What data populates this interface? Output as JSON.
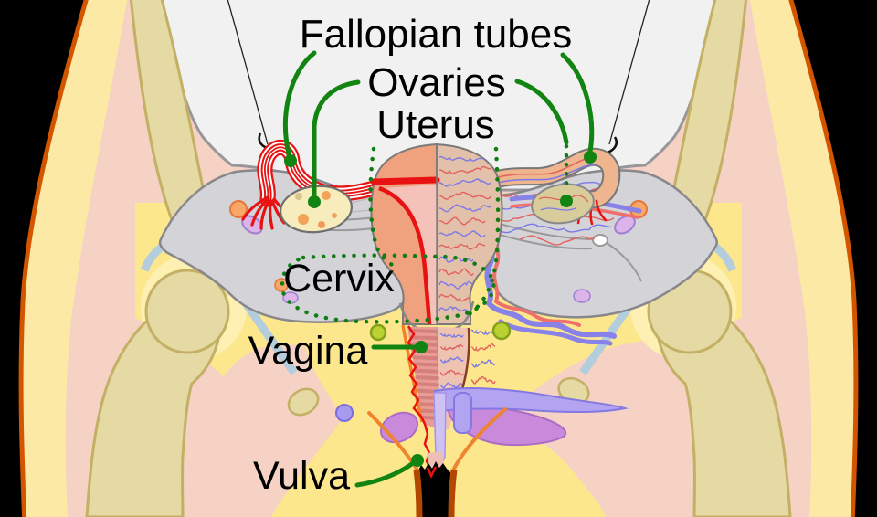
{
  "figure": {
    "type": "anatomical-diagram",
    "subject": "Female reproductive system, frontal cutaway view"
  },
  "labels": {
    "fallopian_tubes": "Fallopian tubes",
    "ovaries": "Ovaries",
    "uterus": "Uterus",
    "cervix": "Cervix",
    "vagina": "Vagina",
    "vulva": "Vulva"
  },
  "colors": {
    "background": "#000000",
    "label_text": "#000000",
    "pointer_green": "#128412",
    "dotted_green": "#0e7d12",
    "body_outline_orange": "#d45500",
    "fat_yellow": "#fce9a6",
    "deep_yellow": "#fce78c",
    "muscle_pink": "#f5d2c4",
    "cavity_gray": "#f1f1f2",
    "bone_gray": "#d4d3d7",
    "bone_tan": "#e5d9a4",
    "cartilage_blue": "#b3cddd",
    "uterus_salmon": "#efa27d",
    "uterus_right_tan": "#e3c0aa",
    "endometrium_red": "#e81212",
    "ovary_cream": "#f7ecbc",
    "vessel_red": "#e4605c",
    "vessel_blue": "#7b79e8",
    "purple_lavender": "#b2a4f1",
    "purple_violet": "#c98adc",
    "crease_orange": "#ef8430",
    "leg_line_brown": "#b34700"
  }
}
